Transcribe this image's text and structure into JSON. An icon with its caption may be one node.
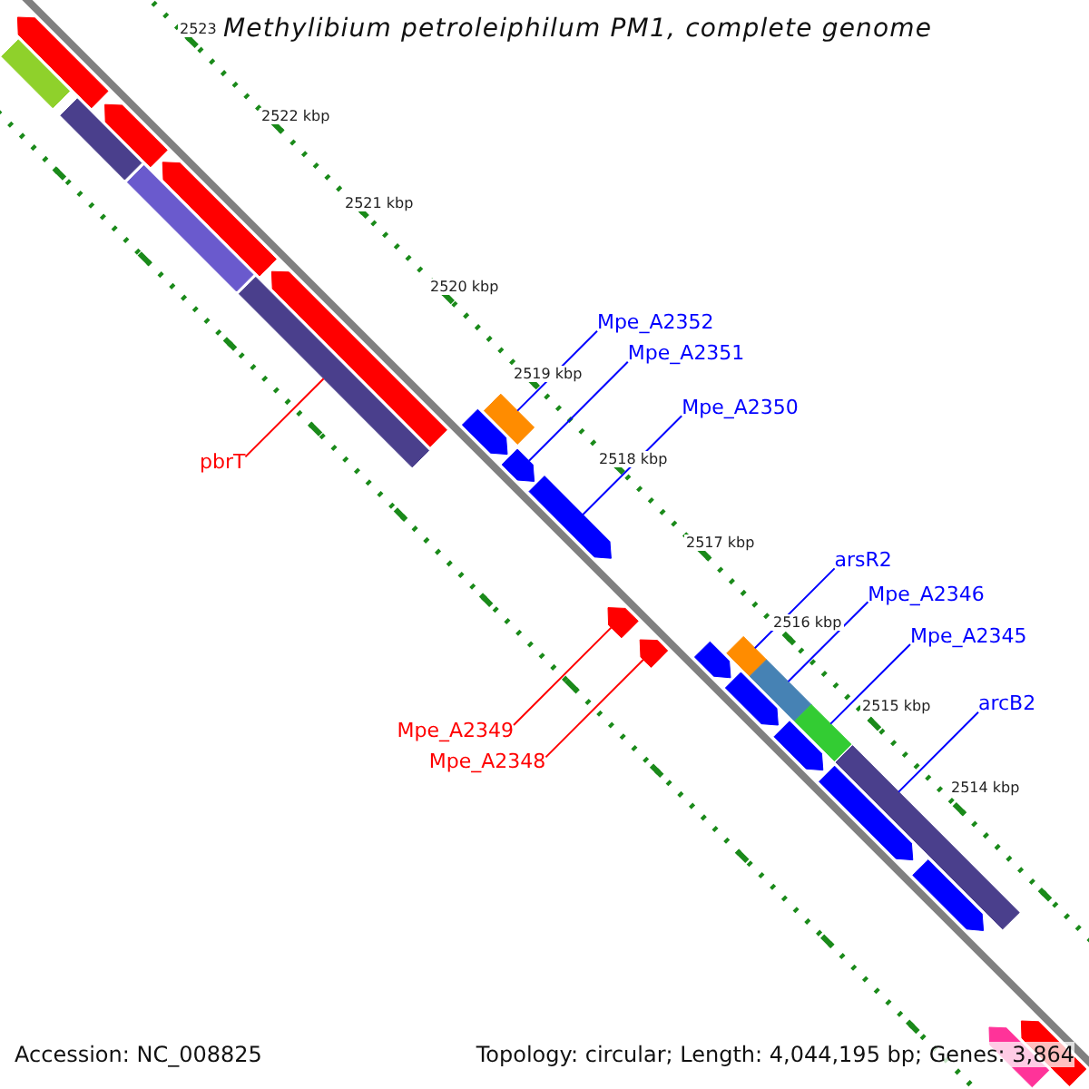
{
  "diagram": {
    "title": "Methylibium petroleiphilum PM1, complete genome",
    "nodes": [
      {
        "text": [
          "pbrT"
        ]
      },
      {
        "text": [
          "Mpe_A2352"
        ]
      },
      {
        "text": [
          "Mpe_A2351"
        ]
      },
      {
        "text": [
          "Mpe_A2350"
        ]
      },
      {
        "text": [
          "arsR2"
        ]
      },
      {
        "text": [
          "Mpe_A2346"
        ]
      },
      {
        "text": [
          "Mpe_A2345"
        ]
      },
      {
        "text": [
          "arcB2"
        ]
      },
      {
        "text": [
          "Mpe_A2349"
        ]
      },
      {
        "text": [
          "Mpe_A2348"
        ]
      },
      {
        "text": [],
        "shape": "bar"
      },
      {
        "text": [],
        "shape": "arrow"
      },
      {
        "text": [],
        "shape": "bar"
      },
      {
        "text": [],
        "shape": "arrow"
      },
      {
        "text": [],
        "shape": "bar"
      },
      {
        "text": [],
        "shape": "arrow"
      },
      {
        "text": [],
        "shape": "bar"
      },
      {
        "text": [],
        "shape": "arrow"
      },
      {
        "text": [],
        "shape": "bar"
      },
      {
        "text": [],
        "shape": "arrow"
      },
      {
        "text": [],
        "shape": "arrow"
      },
      {
        "text": [],
        "shape": "arrow"
      },
      {
        "text": [],
        "shape": "arrow"
      },
      {
        "text": [],
        "shape": "arrow"
      },
      {
        "text": [],
        "shape": "arrow"
      },
      {
        "text": [],
        "shape": "bar"
      },
      {
        "text": [],
        "shape": "arrow"
      },
      {
        "text": [],
        "shape": "bar"
      },
      {
        "text": [],
        "shape": "arrow"
      },
      {
        "text": [],
        "shape": "bar"
      },
      {
        "text": [],
        "shape": "bar"
      },
      {
        "text": [],
        "shape": "arrow"
      },
      {
        "text": [],
        "shape": "arrow"
      },
      {
        "text": [],
        "shape": "arrow"
      },
      {
        "text": [],
        "shape": "arrow"
      }
    ],
    "edges": [
      {
        "from": 0,
        "to": 16,
        "arrow": "none",
        "color": "#ff0000"
      },
      {
        "from": 1,
        "to": 18,
        "arrow": "none"
      },
      {
        "from": 2,
        "to": 20,
        "arrow": "none"
      },
      {
        "from": 3,
        "to": 21,
        "arrow": "none"
      },
      {
        "from": 4,
        "to": 25,
        "arrow": "none"
      },
      {
        "from": 5,
        "to": 27,
        "arrow": "none"
      },
      {
        "from": 6,
        "to": 29,
        "arrow": "none"
      },
      {
        "from": 7,
        "to": 30,
        "arrow": "none"
      },
      {
        "from": 8,
        "to": 22,
        "arrow": "none",
        "color": "#ff0000"
      },
      {
        "from": 9,
        "to": 23,
        "arrow": "none",
        "color": "#ff0000"
      }
    ],
    "labels": [
      "2523",
      "2522 kbp",
      "2521 kbp",
      "2520 kbp",
      "2519 kbp",
      "2518 kbp",
      "2517 kbp",
      "2516 kbp",
      "2515 kbp",
      "2514 kbp",
      "Accession: NC_008825",
      "Topology: circular; Length: 4,044,195 bp; Genes: 3,864"
    ]
  }
}
